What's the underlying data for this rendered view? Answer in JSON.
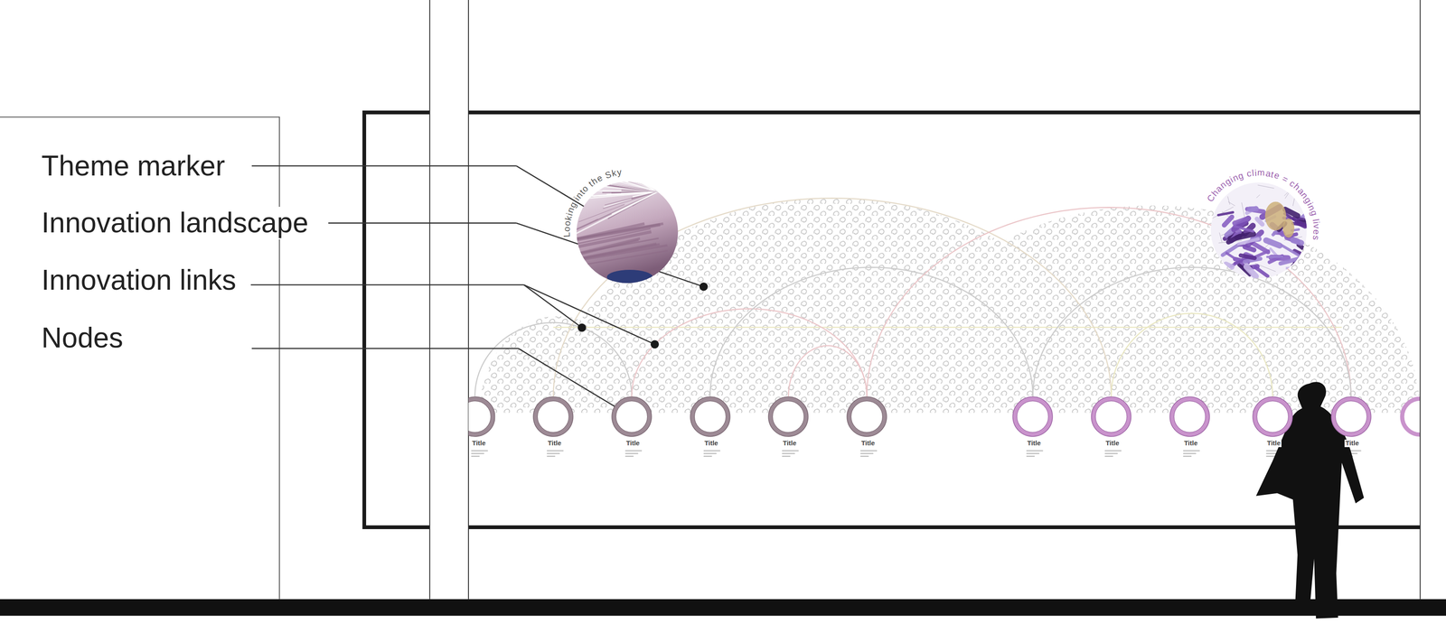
{
  "diagram": {
    "nodes": [
      {
        "text": [
          "Looking into the Sky"
        ]
      },
      {
        "text": [
          "Changing climate = changing lives"
        ]
      },
      {
        "text": [
          "Title"
        ]
      },
      {
        "text": [
          "Title"
        ]
      },
      {
        "text": [
          "Title"
        ]
      },
      {
        "text": [
          "Title"
        ]
      },
      {
        "text": [
          "Title"
        ]
      },
      {
        "text": [
          "Title"
        ]
      },
      {
        "text": [
          "Title"
        ]
      },
      {
        "text": [
          "Title"
        ]
      },
      {
        "text": [
          "Title"
        ]
      },
      {
        "text": [
          "Title"
        ]
      },
      {
        "text": [
          "Title"
        ]
      }
    ],
    "edges": [
      {
        "from": 2,
        "to": 4,
        "arrow": "none"
      },
      {
        "from": 4,
        "to": 7,
        "arrow": "none"
      },
      {
        "from": 5,
        "to": 8,
        "arrow": "none"
      },
      {
        "from": 6,
        "to": 7,
        "arrow": "none"
      },
      {
        "from": 3,
        "to": 9,
        "arrow": "none"
      },
      {
        "from": 7,
        "to": 12,
        "arrow": "none"
      },
      {
        "from": 8,
        "to": 12,
        "arrow": "none"
      },
      {
        "from": 9,
        "to": 11,
        "arrow": "none"
      }
    ],
    "labels": [
      "Theme marker",
      "Innovation landscape",
      "Innovation links",
      "Nodes"
    ]
  }
}
